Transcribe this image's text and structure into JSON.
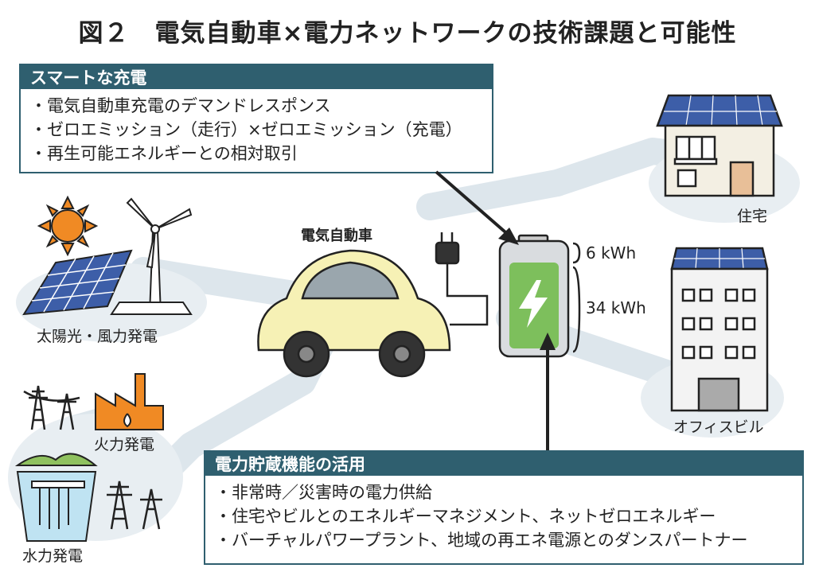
{
  "title": "図２　電気自動車×電力ネットワークの技術課題と可能性",
  "smart_charging": {
    "heading": "スマートな充電",
    "items": [
      "電気自動車充電のデマンドレスポンス",
      "ゼロエミッション（走行）×ゼロエミッション（充電）",
      "再生可能エネルギーとの相対取引"
    ]
  },
  "storage": {
    "heading": "電力貯蔵機能の活用",
    "items": [
      "非常時／災害時の電力供給",
      "住宅やビルとのエネルギーマネジメント、ネットゼロエネルギー",
      "バーチャルパワープラント、地域の再エネ電源とのダンスパートナー"
    ]
  },
  "labels": {
    "ev": "電気自動車",
    "solar_wind": "太陽光・風力発電",
    "thermal": "火力発電",
    "hydro": "水力発電",
    "house": "住宅",
    "office": "オフィスビル"
  },
  "battery": {
    "top_capacity": "6 kWh",
    "main_capacity": "34 kWh"
  },
  "colors": {
    "box_header": "#2f5f6f",
    "network_line": "#dde6ec",
    "car_body": "#f6f1b5",
    "battery_fill": "#7dbf5c",
    "solar_panel": "#3d5ea8",
    "sun": "#f08a24",
    "factory": "#f08a24"
  }
}
